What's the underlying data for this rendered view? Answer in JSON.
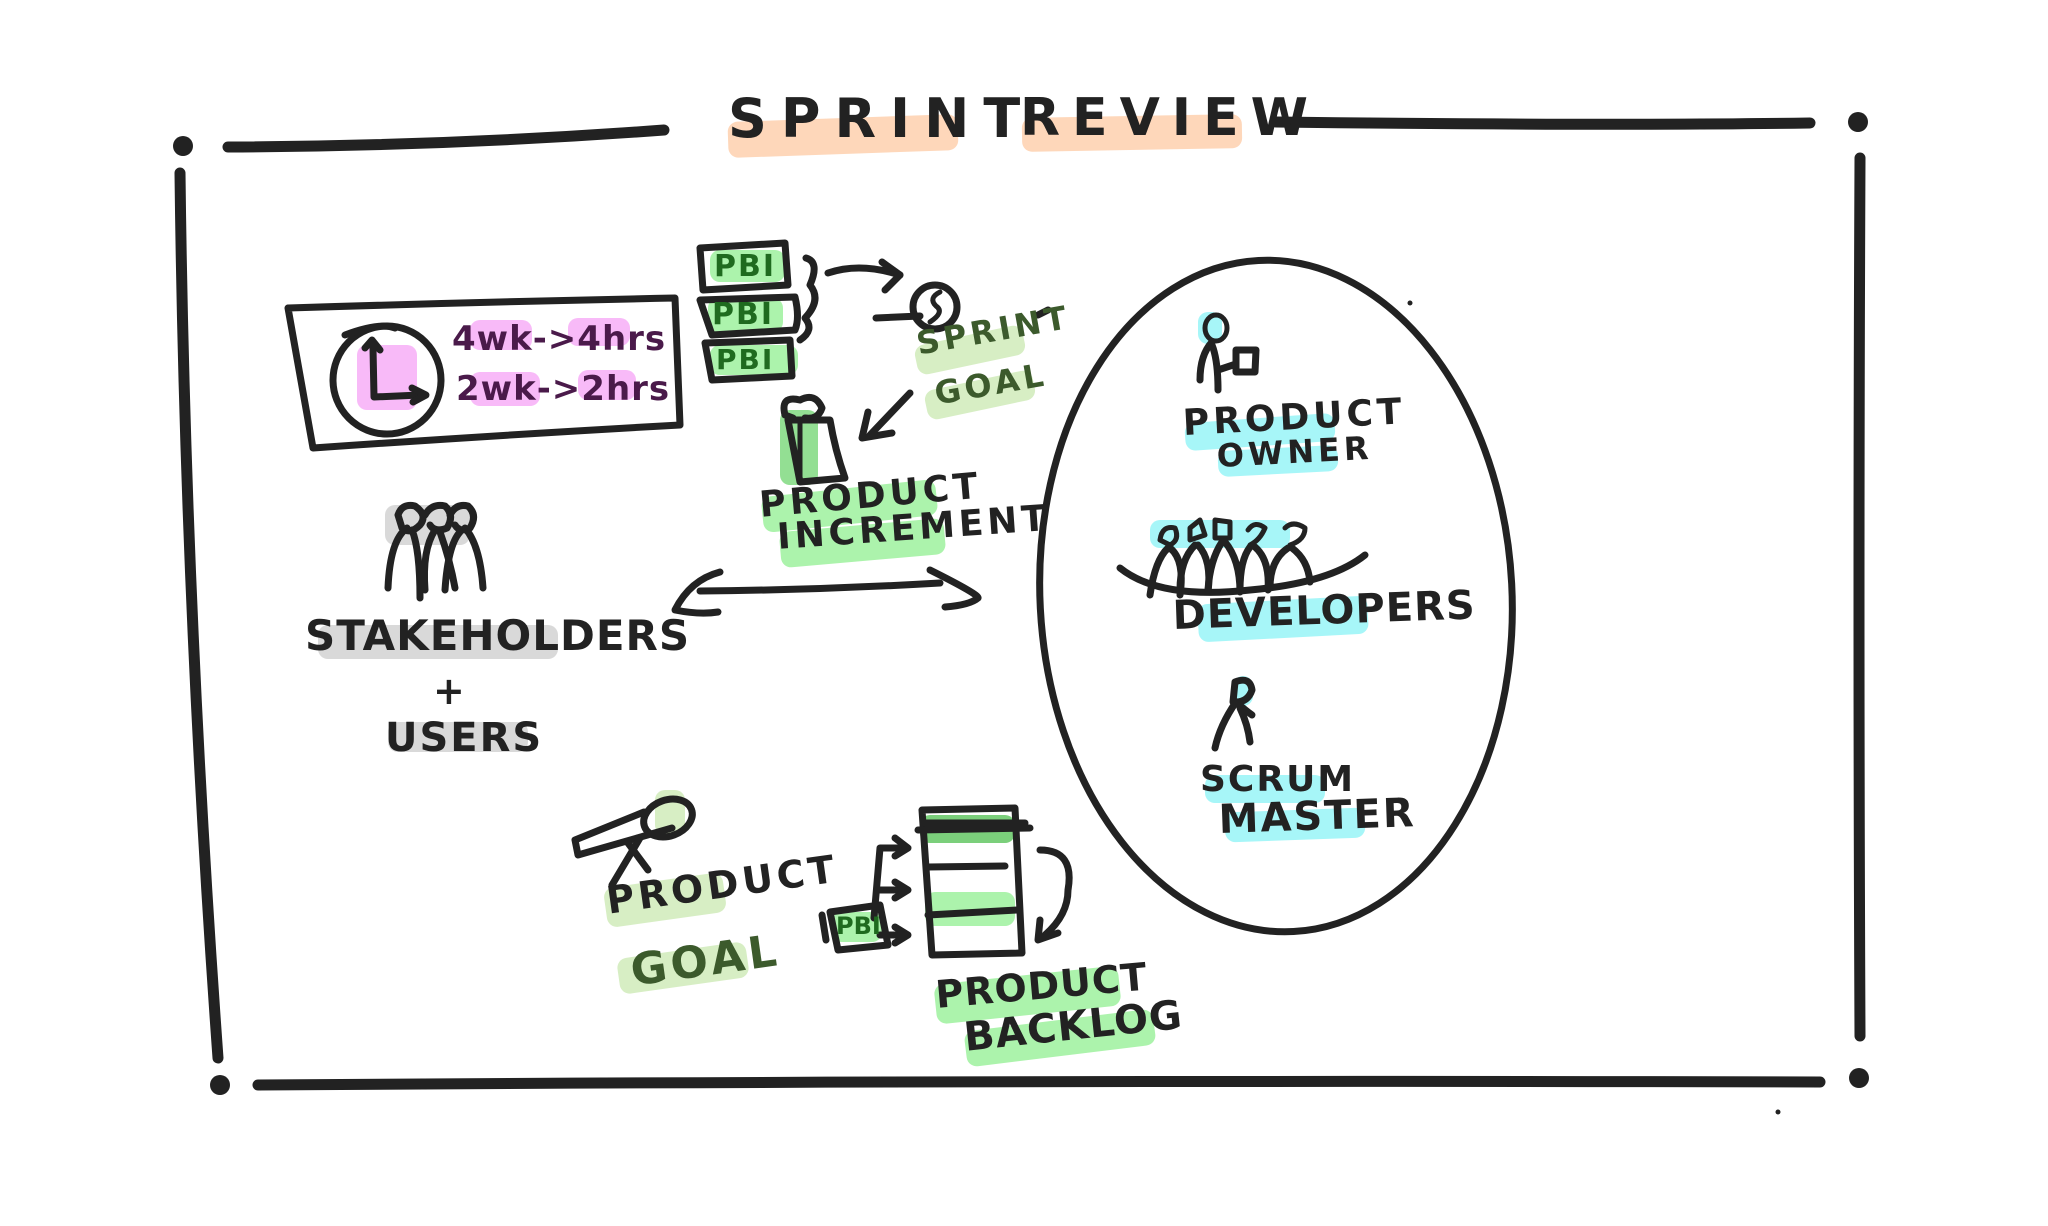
{
  "title": "SPRINT REVIEW",
  "title_words": [
    "SPRINT",
    "REVIEW"
  ],
  "colors": {
    "ink": "#222222",
    "title_highlight": "#fdc9a3",
    "timebox_highlight": "#f5a3f5",
    "artifact_highlight": "#90ef90",
    "goal_highlight": "#c9e8b0",
    "team_highlight": "#8af3f5",
    "stakeholder_highlight": "#cccccc"
  },
  "timebox": {
    "icon": "clock-icon",
    "rows": [
      {
        "from": "4wk",
        "arrow": "->",
        "to": "4hrs"
      },
      {
        "from": "2wk",
        "arrow": "->",
        "to": "2hrs"
      }
    ]
  },
  "sprint_backlog": {
    "items": [
      "PBI",
      "PBI",
      "PBI"
    ],
    "arrow_target_icon": "sprint-goal-target-icon"
  },
  "sprint_goal": {
    "line1": "SPRINT",
    "line2": "GOAL"
  },
  "product_increment": {
    "icon": "gift-icon",
    "line1": "PRODUCT",
    "line2": "INCREMENT"
  },
  "stakeholders": {
    "icon": "people-group-icon",
    "line1": "STAKEHOLDERS",
    "plus": "+",
    "line2": "USERS"
  },
  "scrum_team": {
    "product_owner": {
      "icon": "person-with-sign-icon",
      "line1": "PRODUCT",
      "line2": "OWNER"
    },
    "developers": {
      "icon": "developers-group-icon",
      "label": "DEVELOPERS"
    },
    "scrum_master": {
      "icon": "person-icon",
      "line1": "SCRUM",
      "line2": "MASTER"
    }
  },
  "product_goal": {
    "icon": "telescope-icon",
    "line1": "PRODUCT",
    "line2": "GOAL"
  },
  "product_backlog": {
    "icon": "backlog-stack-icon",
    "item": "PBI",
    "line1": "PRODUCT",
    "line2": "BACKLOG"
  }
}
